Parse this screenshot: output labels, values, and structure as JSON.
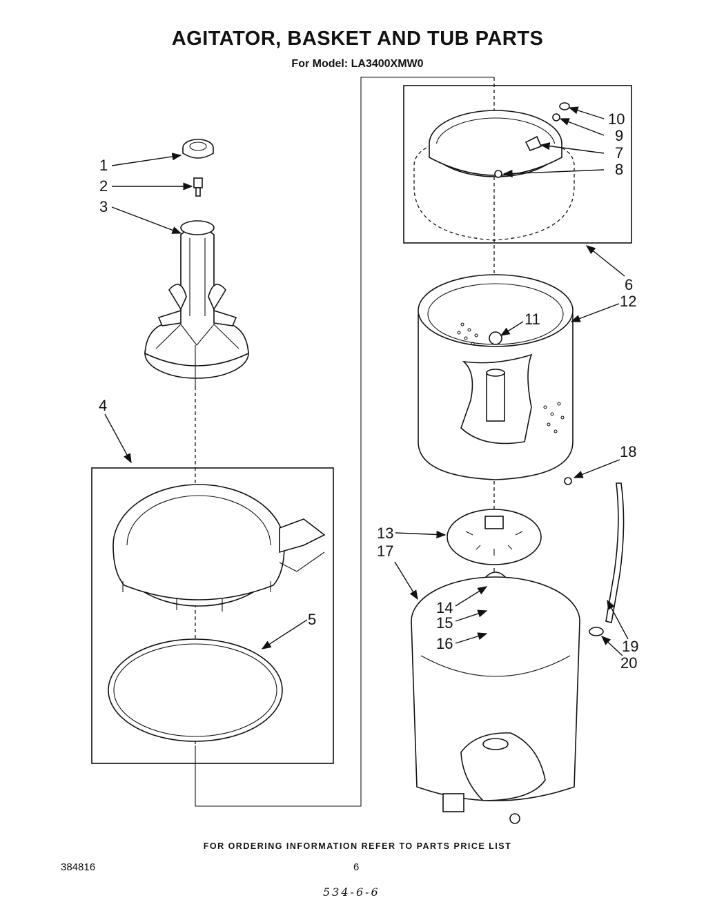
{
  "title": "AGITATOR, BASKET AND TUB PARTS",
  "subtitle": "For Model: LA3400XMW0",
  "footer_note": "FOR ORDERING INFORMATION REFER TO PARTS PRICE LIST",
  "doc_number": "384816",
  "page_number": "6",
  "handwritten_note": "534-6-6",
  "callouts": {
    "c1": "1",
    "c2": "2",
    "c3": "3",
    "c4": "4",
    "c5": "5",
    "c6": "6",
    "c7": "7",
    "c8": "8",
    "c9": "9",
    "c10": "10",
    "c11": "11",
    "c12": "12",
    "c13": "13",
    "c14": "14",
    "c15": "15",
    "c16": "16",
    "c17": "17",
    "c18": "18",
    "c19": "19",
    "c20": "20"
  }
}
